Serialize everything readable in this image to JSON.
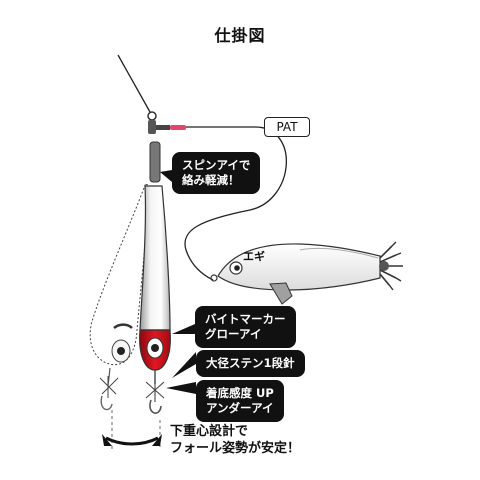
{
  "title": "仕掛図",
  "pat_label": "PAT",
  "egi_label": "エギ",
  "callouts": {
    "spin_eye": [
      "スピンアイで",
      "絡み軽減！"
    ],
    "bite_marker": [
      "バイトマーカー",
      "グローアイ"
    ],
    "hook": [
      "大径ステン1段針"
    ],
    "contact": [
      "着底感度 UP",
      "アンダーアイ"
    ]
  },
  "note": [
    "下重心設計で",
    "フォール姿勢が安定！"
  ],
  "colors": {
    "red": "#d0101c",
    "line": "#222222",
    "callout_bg": "#111111",
    "jig_silver": "#e8e8e8"
  },
  "icons": [
    "hook-icon",
    "swivel-icon",
    "double-arrow-icon"
  ]
}
